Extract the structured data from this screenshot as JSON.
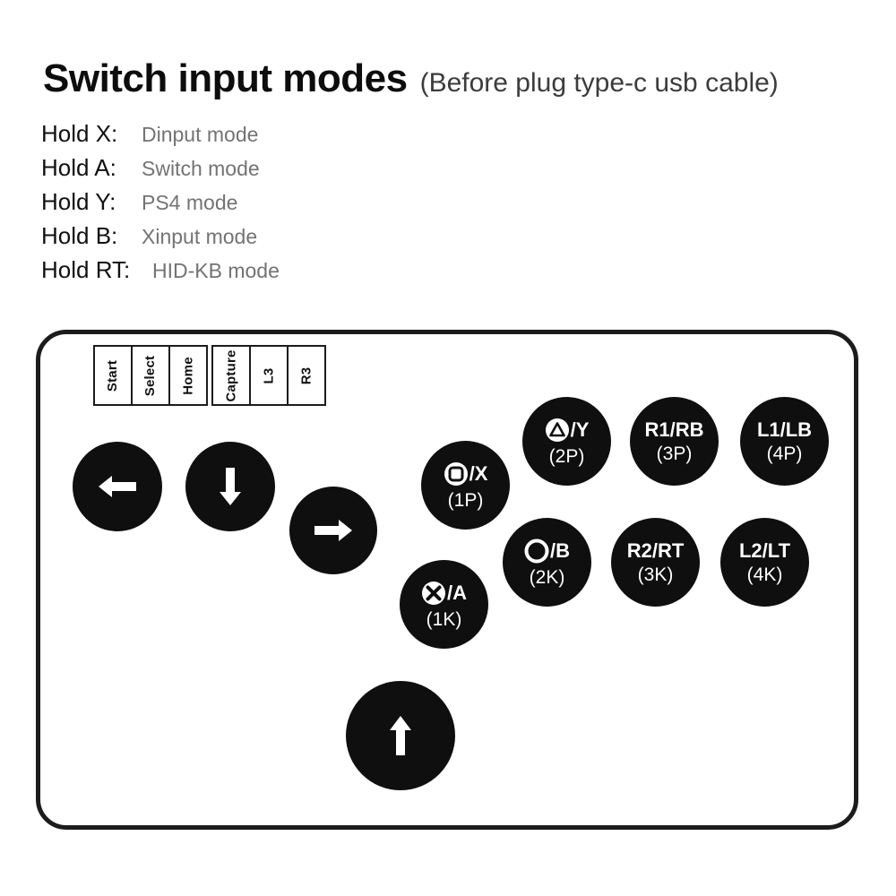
{
  "header": {
    "title": "Switch input modes",
    "subtitle": "(Before plug type-c usb cable)"
  },
  "modes": [
    {
      "key": "Hold X:",
      "value": "Dinput mode"
    },
    {
      "key": "Hold A:",
      "value": "Switch mode"
    },
    {
      "key": "Hold Y:",
      "value": "PS4 mode"
    },
    {
      "key": "Hold B:",
      "value": "Xinput mode"
    },
    {
      "key": "Hold RT:",
      "value": "HID-KB mode"
    }
  ],
  "system_strip": [
    {
      "label": "Start"
    },
    {
      "label": "Select"
    },
    {
      "label": "Home"
    },
    {
      "label": "Capture"
    },
    {
      "label": "L3"
    },
    {
      "label": "R3"
    }
  ],
  "direction_buttons": [
    {
      "name": "left",
      "icon": "arrow-left-icon"
    },
    {
      "name": "down",
      "icon": "arrow-down-icon"
    },
    {
      "name": "right",
      "icon": "arrow-right-icon"
    },
    {
      "name": "up",
      "icon": "arrow-up-icon"
    }
  ],
  "action_buttons": [
    {
      "glyph": "playstation-square-icon",
      "label": "/X",
      "sub": "(1P)"
    },
    {
      "glyph": "playstation-triangle-icon",
      "label": "/Y",
      "sub": "(2P)"
    },
    {
      "glyph": "none",
      "label": "R1/RB",
      "sub": "(3P)"
    },
    {
      "glyph": "none",
      "label": "L1/LB",
      "sub": "(4P)"
    },
    {
      "glyph": "playstation-cross-icon",
      "label": "/A",
      "sub": "(1K)"
    },
    {
      "glyph": "playstation-circle-icon",
      "label": "/B",
      "sub": "(2K)"
    },
    {
      "glyph": "none",
      "label": "R2/RT",
      "sub": "(3K)"
    },
    {
      "glyph": "none",
      "label": "L2/LT",
      "sub": "(4K)"
    }
  ],
  "colors": {
    "button_fill": "#0f0f0f",
    "panel_border": "#1c1c1c",
    "title_text": "#0d0d0d",
    "subtitle_text": "#3c3c3c",
    "mode_key_text": "#111111",
    "mode_value_text": "#737373",
    "button_text": "#ffffff",
    "background": "#ffffff"
  }
}
